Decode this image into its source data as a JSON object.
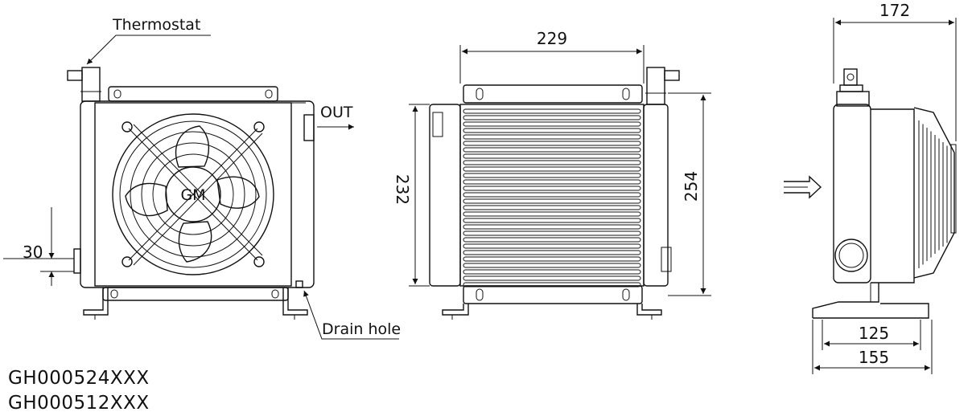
{
  "labels": {
    "thermostat": "Thermostat",
    "out": "OUT",
    "drain_hole": "Drain hole",
    "fan_logo": "GM"
  },
  "dimensions": {
    "offset_30": "30",
    "width_229": "229",
    "height_232": "232",
    "height_254": "254",
    "depth_172": "172",
    "base_125": "125",
    "base_155": "155"
  },
  "models": [
    "GH000524XXX",
    "GH000512XXX"
  ]
}
